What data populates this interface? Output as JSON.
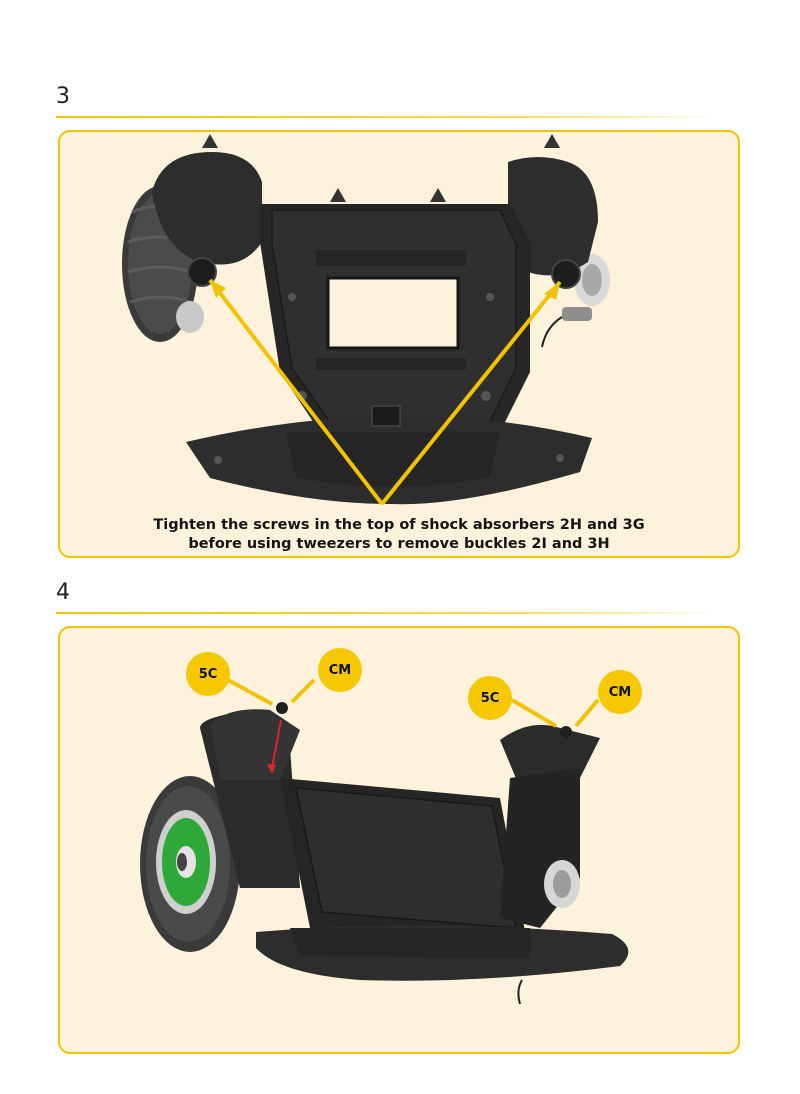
{
  "step3": {
    "number": "3",
    "caption_line1": "Tighten the screws in the top of shock absorbers 2H and 3G",
    "caption_line2": "before using tweezers to remove buckles 2I and 3H"
  },
  "step4": {
    "number": "4",
    "labels": {
      "left_part": "5C",
      "left_screw": "CM",
      "right_part": "5C",
      "right_screw": "CM"
    }
  },
  "colors": {
    "accent": "#f2c200",
    "panel_bg": "#fdf3dc",
    "badge": "#f7c800",
    "part": "#2e2e2e",
    "hub": "#2fa83a",
    "arrow_red": "#d8262a"
  }
}
